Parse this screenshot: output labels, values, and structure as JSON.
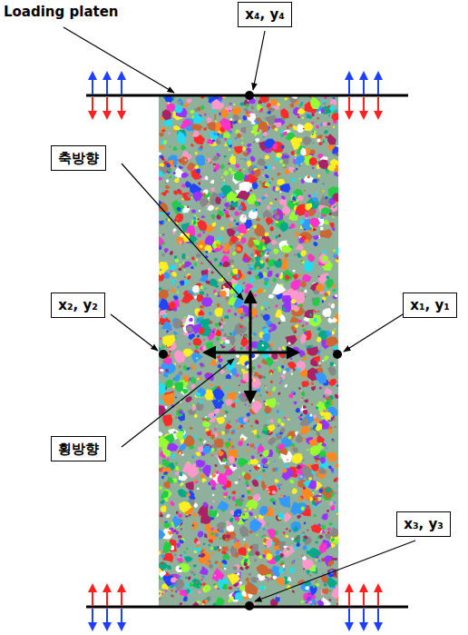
{
  "diagram": {
    "nodes": [
      {
        "text": [
          "x₄, y₄"
        ]
      },
      {
        "text": [
          "축방향"
        ]
      },
      {
        "text": [
          "x₂, y₂"
        ]
      },
      {
        "text": [
          "x₁, y₁"
        ]
      },
      {
        "text": [
          "횡방향"
        ]
      },
      {
        "text": [
          "x₃, y₃"
        ]
      }
    ],
    "labels": [
      "Loading platen"
    ]
  }
}
